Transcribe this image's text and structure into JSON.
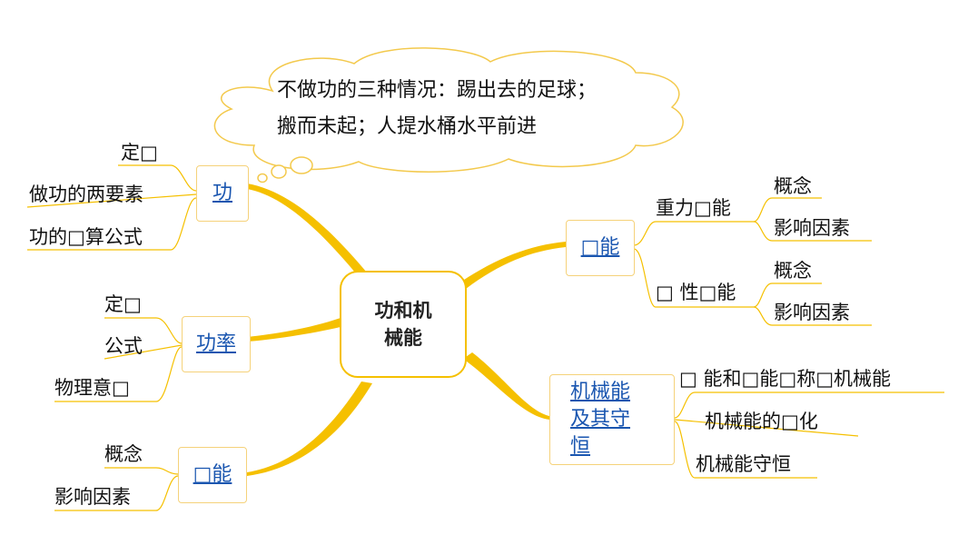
{
  "center": {
    "line1": "功和机",
    "line2": "械能"
  },
  "cloud": {
    "line1": "不做功的三种情况：踢出去的足球；",
    "line2": "搬而未起；人提水桶水平前进"
  },
  "nodes": {
    "work": {
      "label": "功",
      "leaves": [
        "定□",
        "做功的两要素",
        "功的□算公式"
      ]
    },
    "power": {
      "label": "功率",
      "leaves": [
        "定□",
        "公式",
        "物理意□"
      ]
    },
    "kinetic": {
      "label": "□能",
      "leaves": [
        "概念",
        "影响因素"
      ]
    },
    "potential": {
      "label": "□能",
      "subs": [
        {
          "label": "重力□能",
          "leaves": [
            "概念",
            "影响因素"
          ]
        },
        {
          "label": "□ 性□能",
          "leaves": [
            "概念",
            "影响因素"
          ]
        }
      ]
    },
    "mechanical": {
      "lines": [
        "机械能",
        "及其守",
        "恒"
      ],
      "leaves": [
        "□ 能和□能□称□机械能",
        "机械能的□化",
        "机械能守恒"
      ]
    }
  },
  "colors": {
    "branch": "#f5c000",
    "node_border": "#f5d27a",
    "link": "#1a56b0",
    "cloud_border": "#f3c94c"
  }
}
